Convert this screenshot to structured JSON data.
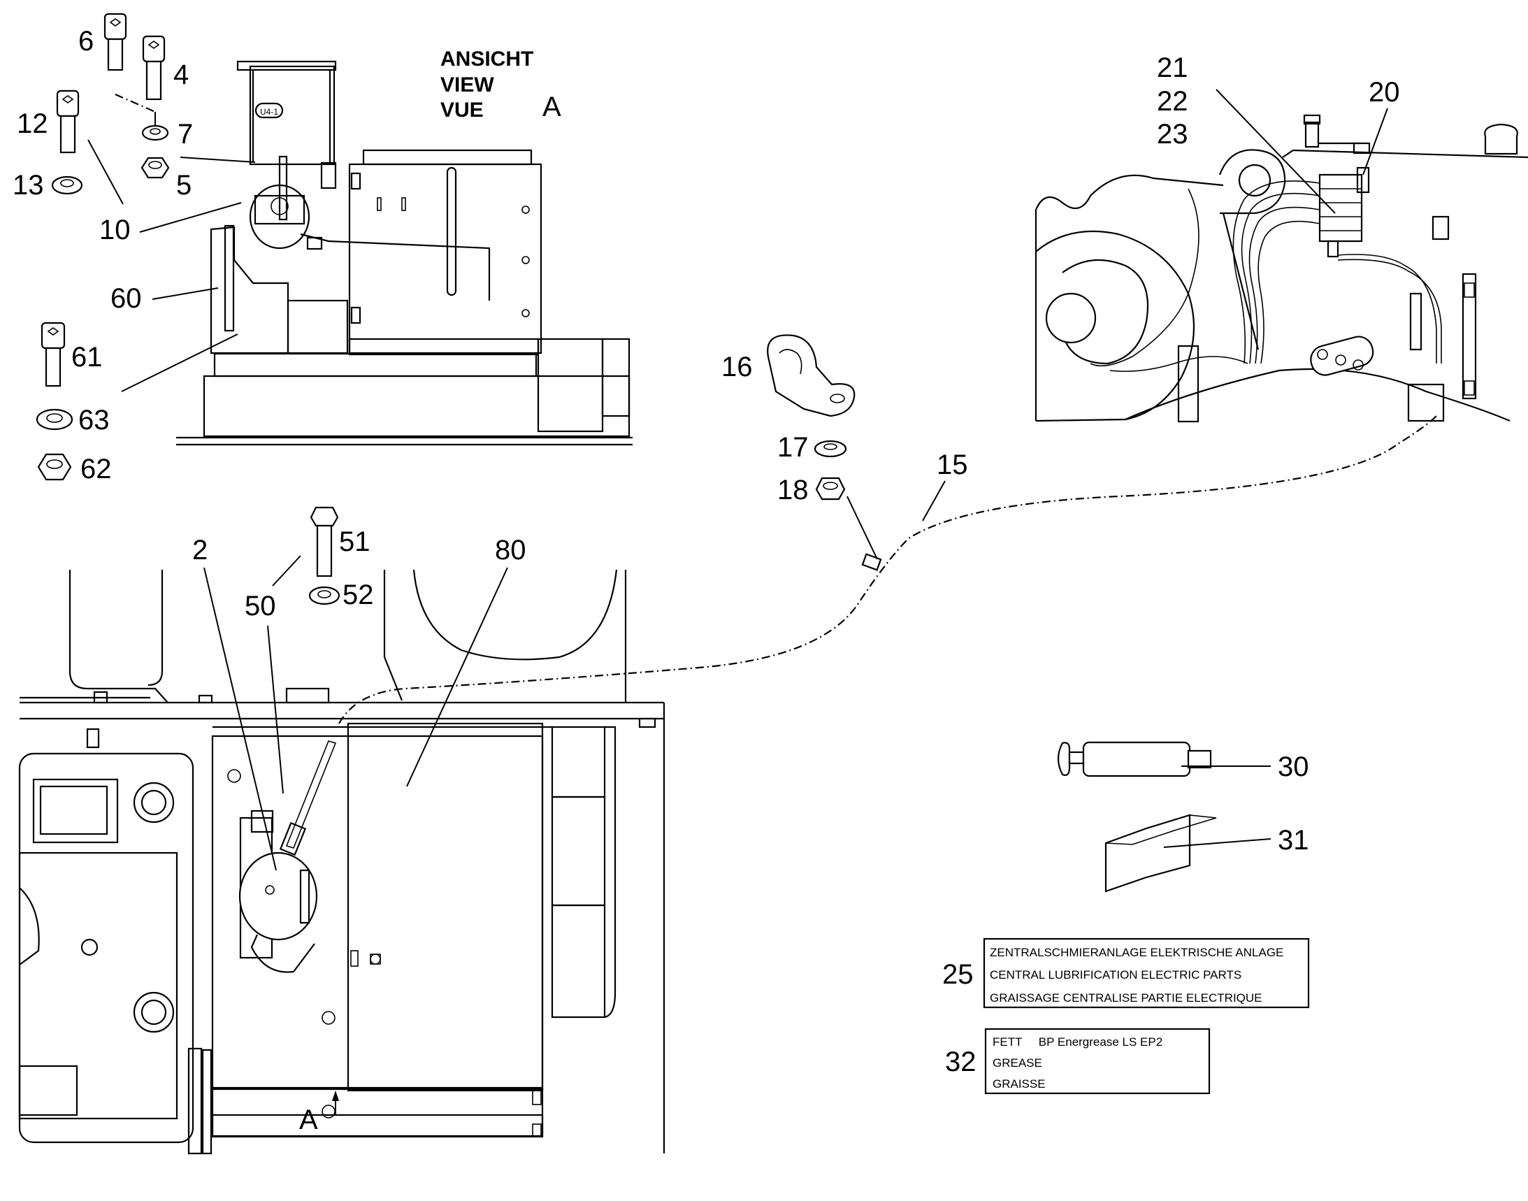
{
  "view": {
    "label_de": "ANSICHT",
    "label_en": "VIEW",
    "label_fr": "VUE",
    "letter": "A",
    "section_marker": "A"
  },
  "callouts": {
    "c2": "2",
    "c4": "4",
    "c5": "5",
    "c6": "6",
    "c7": "7",
    "c10": "10",
    "c12": "12",
    "c13": "13",
    "c15": "15",
    "c16": "16",
    "c17": "17",
    "c18": "18",
    "c20": "20",
    "c21": "21",
    "c22": "22",
    "c23": "23",
    "c25": "25",
    "c30": "30",
    "c31": "31",
    "c32": "32",
    "c50": "50",
    "c51": "51",
    "c52": "52",
    "c60": "60",
    "c61": "61",
    "c62": "62",
    "c63": "63",
    "c80": "80"
  },
  "box25": {
    "line_de": "ZENTRALSCHMIERANLAGE ELEKTRISCHE ANLAGE",
    "line_en": "CENTRAL LUBRIFICATION ELECTRIC PARTS",
    "line_fr": "GRAISSAGE CENTRALISE PARTIE ELECTRIQUE"
  },
  "box32": {
    "line_de": "FETT     BP Energrease LS EP2",
    "line_en": "GREASE",
    "line_fr": "GRAISSE"
  },
  "pump_tag": "U4-1"
}
